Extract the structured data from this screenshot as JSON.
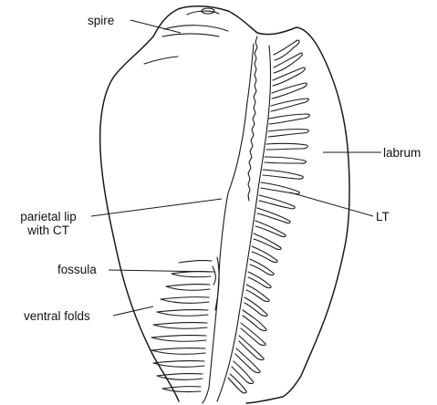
{
  "figure": {
    "labels": {
      "spire": "spire",
      "labrum": "labrum",
      "parietal_lip_line1": "parietal lip",
      "parietal_lip_line2": "with CT",
      "lt": "LT",
      "fossula": "fossula",
      "ventral_folds": "ventral folds"
    }
  }
}
